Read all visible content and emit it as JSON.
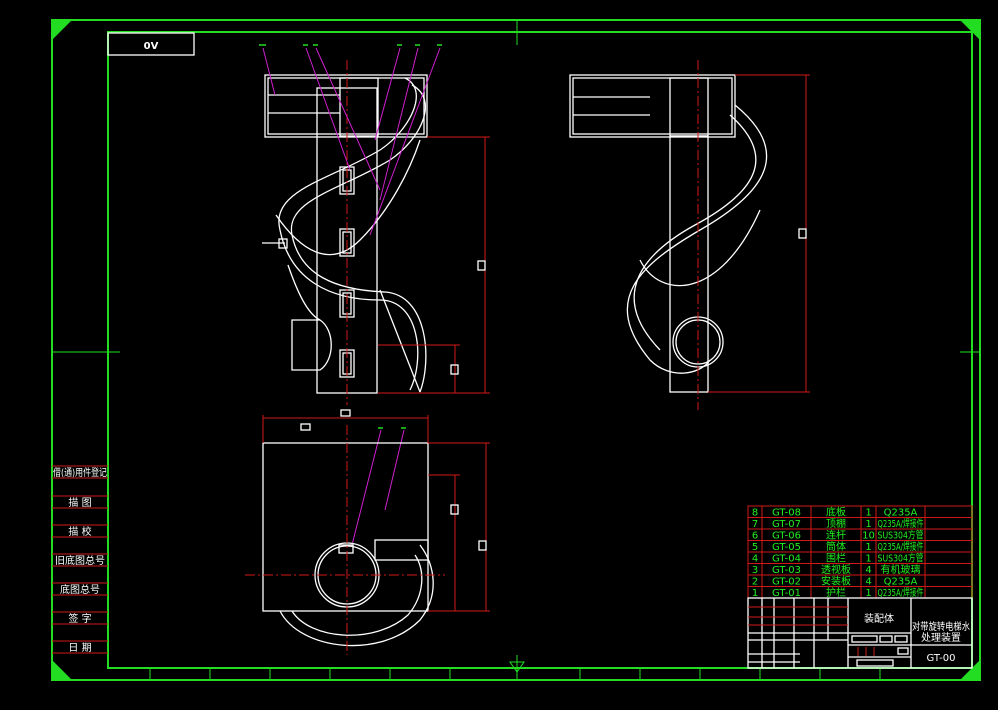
{
  "sheet": {
    "size_label": "0V",
    "colors": {
      "frame": "#22dd22",
      "geometry": "#ffffff",
      "dimension": "#d01818",
      "leader": "#d020d0",
      "background": "#000000"
    }
  },
  "side_labels": [
    "借(通)用件登记",
    "描  图",
    "描  校",
    "旧底图总号",
    "底图总号",
    "签  字",
    "日  期"
  ],
  "bom": {
    "rows": [
      {
        "no": "8",
        "code": "GT-08",
        "name": "底板",
        "qty": "1",
        "material": "Q235A"
      },
      {
        "no": "7",
        "code": "GT-07",
        "name": "顶棚",
        "qty": "1",
        "material": "Q235A/焊接件"
      },
      {
        "no": "6",
        "code": "GT-06",
        "name": "连杆",
        "qty": "10",
        "material": "SUS304方管"
      },
      {
        "no": "5",
        "code": "GT-05",
        "name": "筒体",
        "qty": "1",
        "material": "Q235A/焊接件"
      },
      {
        "no": "4",
        "code": "GT-04",
        "name": "围栏",
        "qty": "1",
        "material": "SUS304方管"
      },
      {
        "no": "3",
        "code": "GT-03",
        "name": "透视板",
        "qty": "4",
        "material": "有机玻璃"
      },
      {
        "no": "2",
        "code": "GT-02",
        "name": "安装板",
        "qty": "4",
        "material": "Q235A"
      },
      {
        "no": "1",
        "code": "GT-01",
        "name": "护栏",
        "qty": "1",
        "material": "Q235A/焊接件"
      }
    ]
  },
  "title_block": {
    "title": "装配体",
    "product_line1": "对带旋转电梯水",
    "product_line2": "处理装置",
    "drawing_number": "GT-00"
  }
}
